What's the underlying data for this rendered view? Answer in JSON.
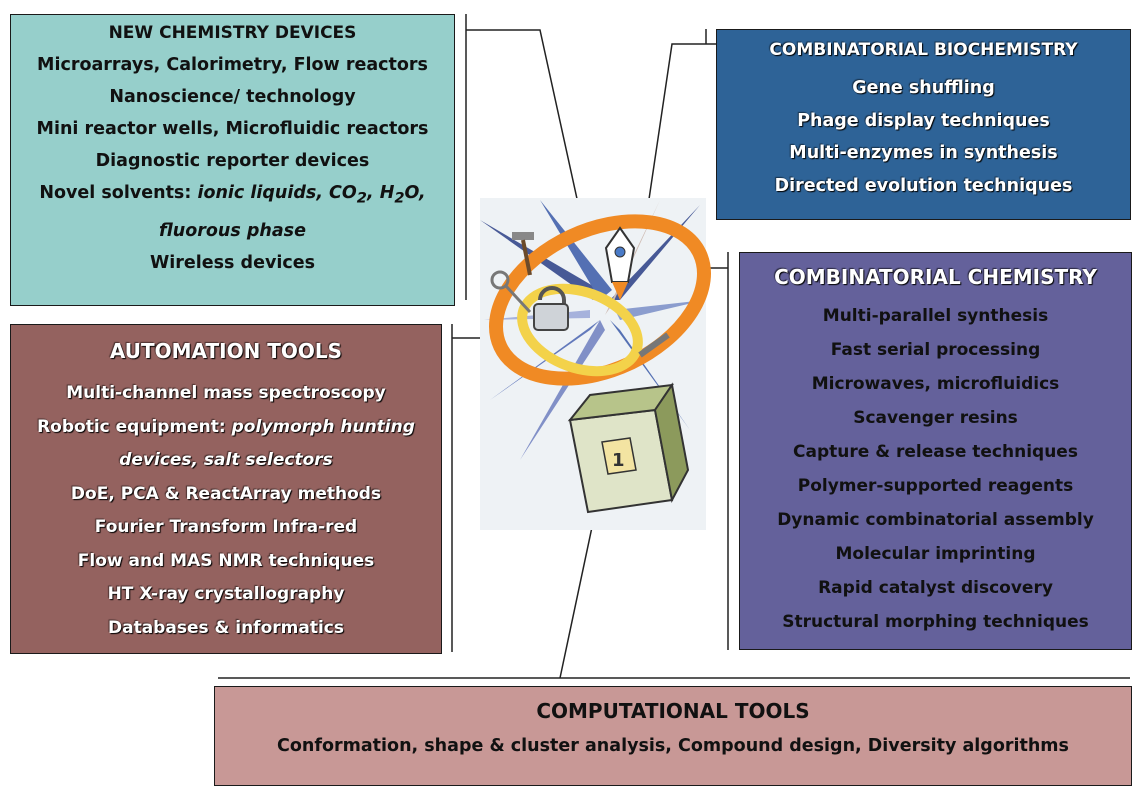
{
  "new_devices": {
    "title": "NEW CHEMISTRY DEVICES",
    "items": [
      "Microarrays,  Calorimetry, Flow reactors",
      "Nanoscience/ technology",
      "Mini reactor wells, Microfluidic reactors",
      "Diagnostic reporter devices"
    ],
    "solvents_prefix": "Novel solvents: ",
    "solvents_italic_1": "ionic liquids, CO",
    "solvents_sub_1": "2",
    "solvents_italic_2": ", H",
    "solvents_sub_2": "2",
    "solvents_italic_3": "O,",
    "solvents_line2": "fluorous phase",
    "last_item": "Wireless devices"
  },
  "biochemistry": {
    "title": "COMBINATORIAL BIOCHEMISTRY",
    "items": [
      "Gene shuffling",
      "Phage display techniques",
      "Multi-enzymes in synthesis",
      "Directed evolution techniques"
    ]
  },
  "automation": {
    "title": "AUTOMATION TOOLS",
    "items": [
      "Multi-channel mass spectroscopy"
    ],
    "robotic_prefix": "Robotic equipment: ",
    "robotic_italic": "polymorph hunting",
    "robotic_line2": "devices, salt selectors",
    "items_after": [
      "DoE, PCA & ReactArray methods",
      "Fourier Transform Infra-red",
      "Flow and MAS NMR techniques",
      "HT X-ray crystallography",
      "Databases & informatics"
    ]
  },
  "combinatorial": {
    "title": "COMBINATORIAL CHEMISTRY",
    "items": [
      "Multi-parallel synthesis",
      "Fast serial processing",
      "Microwaves, microfluidics",
      "Scavenger resins",
      "Capture & release techniques",
      "Polymer-supported reagents",
      "Dynamic combinatorial assembly",
      "Molecular imprinting",
      "Rapid catalyst discovery",
      "Structural morphing techniques"
    ]
  },
  "computational": {
    "title": "COMPUTATIONAL TOOLS",
    "items": [
      "Conformation, shape & cluster analysis, Compound design,  Diversity algorithms"
    ]
  },
  "colors": {
    "new_devices": "#96cfcb",
    "biochemistry": "#2e6397",
    "automation": "#94625f",
    "combinatorial": "#64619b",
    "computational": "#c89896"
  },
  "illustration": "toolbox-with-rocket-padlock-tools"
}
